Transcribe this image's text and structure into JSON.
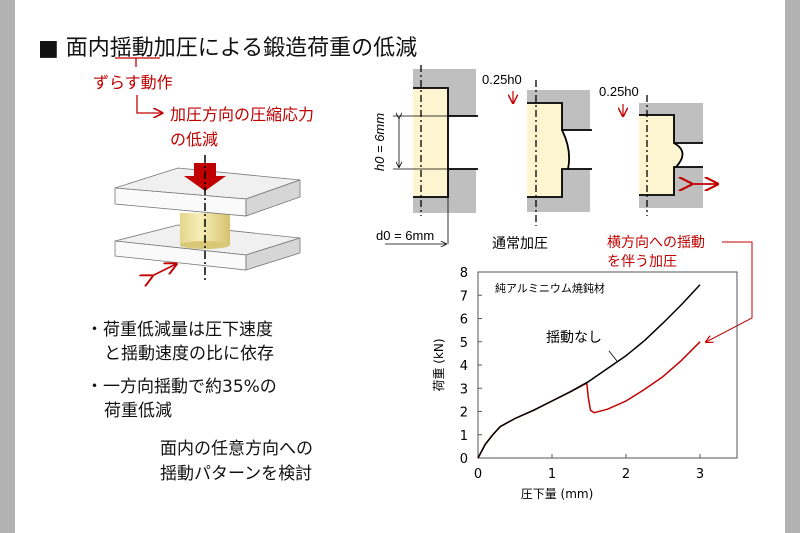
{
  "slide": {
    "title_prefix": "■ 面内",
    "title_highlight": "揺動",
    "title_suffix": "加圧による鍛造荷重の低減",
    "annotation1": "ずらす動作",
    "annotation2_line1": "加圧方向の圧縮応力",
    "annotation2_line2": "の低減",
    "bullets": [
      {
        "line1": "・荷重低減量は圧下速度",
        "line2": "と揺動速度の比に依存"
      },
      {
        "line1": "・一方向揺動で約35%の",
        "line2": "荷重低減"
      }
    ],
    "followup_line1": "面内の任意方向への",
    "followup_line2": "揺動パターンを検討"
  },
  "diagram": {
    "h0_label": "h0 = 6mm",
    "d0_label": "d0 = 6mm",
    "stroke_label_2": "0.25h0",
    "stroke_label_3": "0.25h0",
    "caption_normal": "通常加圧",
    "caption_oscillation_line1": "横方向への揺動",
    "caption_oscillation_line2": "を伴う加圧"
  },
  "colors": {
    "accent_red": "#c00000",
    "die_grey": "#bfbfbf",
    "billet_cream": "#fdf5d0"
  },
  "chart_data": {
    "type": "line",
    "title": "",
    "annotation_material": "純アルミニウム焼鈍材",
    "annotation_no_oscillation": "揺動なし",
    "xlabel": "圧下量 (mm)",
    "ylabel": "荷重 (kN)",
    "xlim": [
      0,
      3.5
    ],
    "ylim": [
      0,
      8
    ],
    "xticks": [
      "0",
      "1",
      "2",
      "3"
    ],
    "yticks": [
      "0",
      "1",
      "2",
      "3",
      "4",
      "5",
      "6",
      "7",
      "8"
    ],
    "grid": false,
    "series": [
      {
        "name": "揺動なし",
        "color": "#000000",
        "x": [
          0,
          0.1,
          0.2,
          0.3,
          0.5,
          0.75,
          1.0,
          1.25,
          1.5,
          1.75,
          2.0,
          2.25,
          2.5,
          2.75,
          3.0
        ],
        "y": [
          0,
          0.6,
          1.0,
          1.35,
          1.7,
          2.05,
          2.45,
          2.85,
          3.3,
          3.85,
          4.4,
          5.05,
          5.8,
          6.6,
          7.45
        ]
      },
      {
        "name": "横方向への揺動を伴う加圧",
        "color": "#c00000",
        "x": [
          0,
          0.1,
          0.2,
          0.3,
          0.5,
          0.75,
          1.0,
          1.25,
          1.47,
          1.49,
          1.52,
          1.57,
          1.75,
          2.0,
          2.25,
          2.5,
          2.75,
          3.0
        ],
        "y": [
          0,
          0.6,
          1.0,
          1.35,
          1.7,
          2.05,
          2.45,
          2.85,
          3.22,
          2.6,
          2.05,
          1.95,
          2.1,
          2.45,
          2.95,
          3.5,
          4.2,
          5.0
        ]
      }
    ]
  }
}
